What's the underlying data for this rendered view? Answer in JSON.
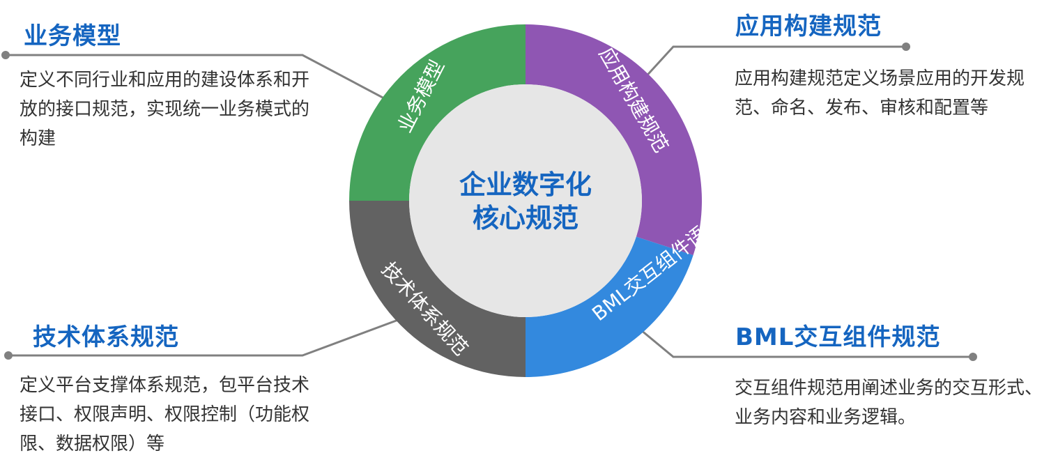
{
  "center": {
    "line1": "企业数字化",
    "line2": "核心规范"
  },
  "segments": [
    {
      "key": "business",
      "label": "业务模型",
      "color": "#46a35c"
    },
    {
      "key": "app",
      "label": "应用构建规范",
      "color": "#8f56b3"
    },
    {
      "key": "bml",
      "label": "BML交互组件语言",
      "color": "#3389de"
    },
    {
      "key": "tech",
      "label": "技术体系规范",
      "color": "#626262"
    }
  ],
  "callouts": {
    "top_left": {
      "title": "业务模型",
      "text": "定义不同行业和应用的建设体系和开放的接口规范，实现统一业务模式的构建"
    },
    "top_right": {
      "title": "应用构建规范",
      "text": "应用构建规范定义场景应用的开发规范、命名、发布、审核和配置等"
    },
    "bottom_left": {
      "title": "技术体系规范",
      "text": "定义平台支撑体系规范，包平台技术接口、权限声明、权限控制（功能权限、数据权限）等"
    },
    "bottom_right": {
      "title": "BML交互组件规范",
      "text": "交互组件规范用阐述业务的交互形式、业务内容和业务逻辑。"
    }
  },
  "colors": {
    "heading": "#1565c0",
    "connector": "#808080",
    "center_fill": "#e6e6e6",
    "center_text": "#1565c0"
  }
}
